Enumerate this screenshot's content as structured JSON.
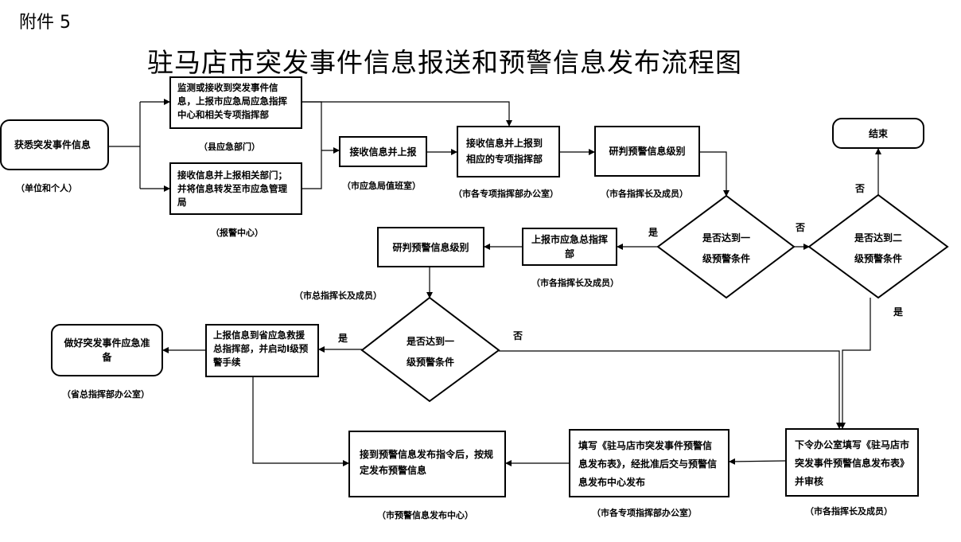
{
  "header": {
    "attachment": "附件 5",
    "title": "驻马店市突发事件信息报送和预警信息发布流程图"
  },
  "nodes": {
    "start": {
      "text": "获悉突发事件信息",
      "caption": "（单位和个人）"
    },
    "monitor": {
      "text": "监测或接收到突发事件信息，上报市应急局应急指挥中心和相关专项指挥部",
      "caption": "（县应急部门）"
    },
    "alarm": {
      "text": "接收信息并上报相关部门；并将信息转发至市应急管理局",
      "caption": "（报警中心）"
    },
    "duty": {
      "text": "接收信息并上报",
      "caption": "（市应急局值班室）"
    },
    "special": {
      "text": "接收信息并上报到相应的专项指挥部",
      "caption": "（市各专项指挥部办公室）"
    },
    "judge1": {
      "text": "研判预警信息级别",
      "caption": "（市各指挥长及成员）"
    },
    "report_hq": {
      "text": "上报市应急总指挥部",
      "caption": "（市各指挥长及成员）"
    },
    "judge2": {
      "text": "研判预警信息级别",
      "caption": "（市总指挥长及成员）"
    },
    "report_prov": {
      "text": "上报信息到省应急救援总指挥部，并启动I级预警手续"
    },
    "prepare": {
      "text": "做好突发事件应急准备",
      "caption": "（省总指挥部办公室）"
    },
    "end": {
      "text": "结束"
    },
    "release": {
      "text": "接到预警信息发布指令后，按规定发布预警信息",
      "caption": "（市预警信息发布中心）"
    },
    "fill_form": {
      "text": "填写《驻马店市突发事件预警信息发布表》，经批准后交与预警信息发布中心发布",
      "caption": "（市各专项指挥部办公室）"
    },
    "order": {
      "text": "下令办公室填写《驻马店市突发事件预警信息发布表》并审核",
      "caption": "（市各指挥长及成员）"
    }
  },
  "decisions": {
    "d1": {
      "line1": "是否达到一",
      "line2": "级预警条件"
    },
    "d2": {
      "line1": "是否达到二",
      "line2": "级预警条件"
    },
    "d3": {
      "line1": "是否达到一",
      "line2": "级预警条件"
    }
  },
  "edge_labels": {
    "d1_yes": "是",
    "d1_no": "否",
    "d2_no": "否",
    "d2_yes": "是",
    "d3_yes": "是",
    "d3_no": "否"
  }
}
